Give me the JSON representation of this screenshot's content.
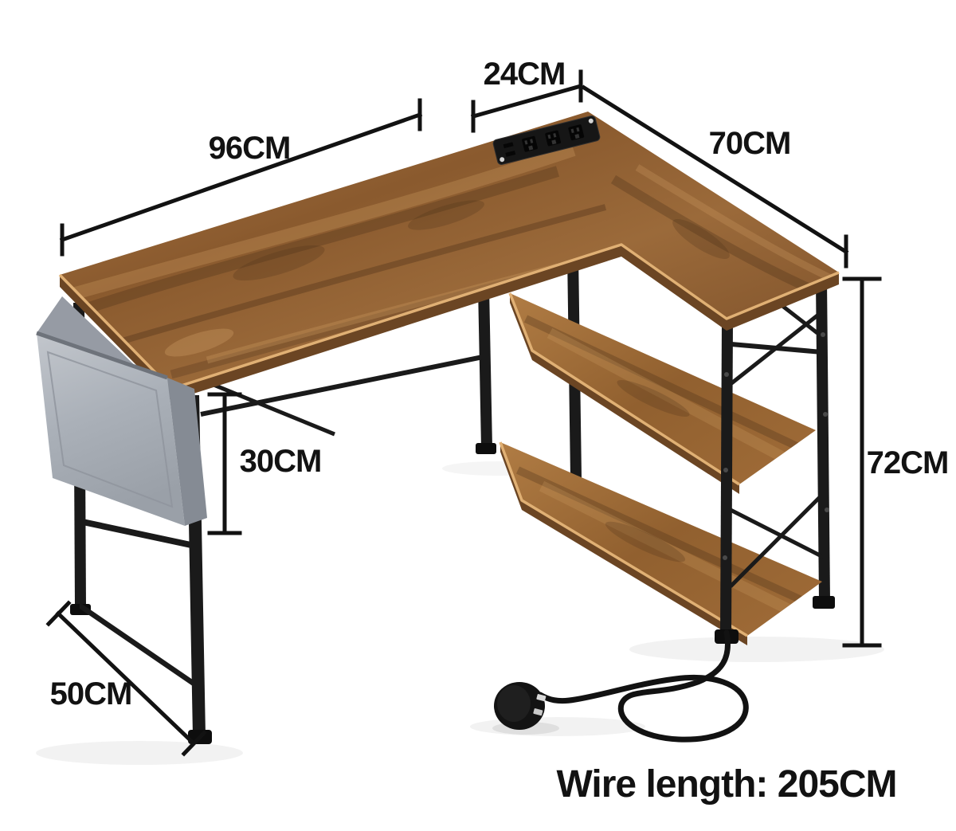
{
  "image": {
    "type": "product-dimension-diagram",
    "background": "#ffffff"
  },
  "annotations": {
    "return_top_width": "24CM",
    "main_length": "96CM",
    "return_length": "70CM",
    "under_desk_clearance": "30CM",
    "desk_height": "72CM",
    "desk_depth": "50CM",
    "wire_length": "Wire length: 205CM"
  },
  "parts": {
    "desk_top": "l-shaped-desk-top",
    "shelves": "two-tier-storage-shelves",
    "bag": "side-storage-bag",
    "power_strip": "built-in-power-strip",
    "plug": "power-plug",
    "cord": "power-cord"
  },
  "colors": {
    "background": "#ffffff",
    "text": "#121212",
    "metal": "#1a1a1a",
    "metal-dark": "#0d0d0d",
    "wood": "#9b6a3a",
    "wood-dark": "#5a3a20",
    "wood-light": "#c89a62",
    "wood-edge": "#e0b074",
    "wood-face": "#6b4523",
    "bag-front": "#aab0b8",
    "bag-side": "#858b94",
    "bag-back": "#969ba4"
  }
}
